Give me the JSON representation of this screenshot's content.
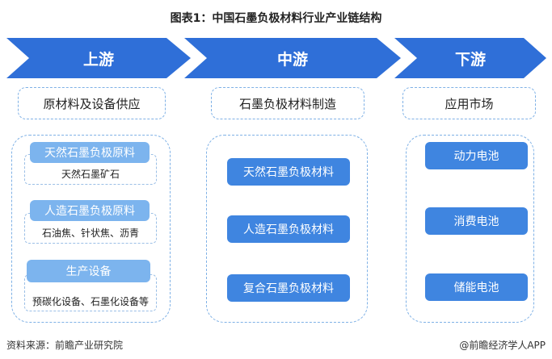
{
  "title": "图表1：中国石墨负极材料行业产业链结构",
  "stages": [
    {
      "label": "上游",
      "header": "原材料及设备供应"
    },
    {
      "label": "中游",
      "header": "石墨负极材料制造"
    },
    {
      "label": "下游",
      "header": "应用市场"
    }
  ],
  "upstream_groups": [
    {
      "title": "天然石墨负极原料",
      "detail": "天然石墨矿石"
    },
    {
      "title": "人造石墨负极原料",
      "detail": "石油焦、针状焦、沥青"
    },
    {
      "title": "生产设备",
      "detail": "预碳化设备、石墨化设备等"
    }
  ],
  "midstream_items": [
    "天然石墨负极材料",
    "人造石墨负极材料",
    "复合石墨负极材料"
  ],
  "downstream_items": [
    "动力电池",
    "消费电池",
    "储能电池"
  ],
  "footer": {
    "source": "资料来源：前瞻产业研究院",
    "brand": "@前瞻经济学人APP"
  },
  "colors": {
    "arrow_blue": "#2f6fd8",
    "button_blue": "#3f85e0",
    "light_blue": "#7cb4ee",
    "dash_blue": "#7fb1e6"
  }
}
